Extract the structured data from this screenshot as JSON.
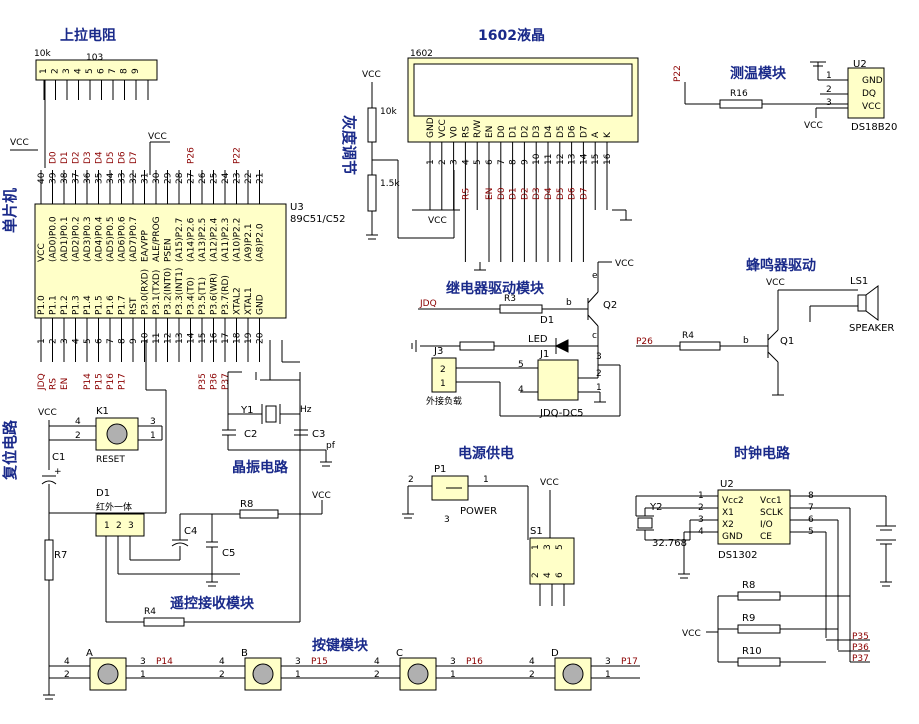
{
  "modules": {
    "pullup": "上拉电阻",
    "lcd": "1602液晶",
    "temp": "测温模块",
    "mcu": "单片机",
    "contrast": "灰度调节",
    "relay": "继电器驱动模块",
    "buzzer": "蜂鸣器驱动",
    "reset": "复位电路",
    "crystal": "晶振电路",
    "power": "电源供电",
    "clock": "时钟电路",
    "ir": "遥控接收模块",
    "keys": "按键模块"
  },
  "pullup": {
    "r1": "10k",
    "r2": "103",
    "pins": [
      "1",
      "2",
      "3",
      "4",
      "5",
      "6",
      "7",
      "8",
      "9"
    ]
  },
  "vcc": "VCC",
  "mcu": {
    "ref": "U3",
    "part": "89C51/C52",
    "top_nums": [
      "40",
      "39",
      "38",
      "37",
      "36",
      "35",
      "34",
      "33",
      "32",
      "31",
      "30",
      "29",
      "28",
      "27",
      "26",
      "25",
      "24",
      "23",
      "22",
      "21"
    ],
    "top_nets": [
      "",
      "D0",
      "D1",
      "D2",
      "D3",
      "D4",
      "D5",
      "D6",
      "D7",
      "",
      "",
      "",
      "",
      "P26",
      "",
      "",
      "",
      "P22",
      "",
      ""
    ],
    "top_pins": [
      "VCC",
      "(AD0)P0.0",
      "(AD1)P0.1",
      "(AD2)P0.2",
      "(AD3)P0.3",
      "(AD4)P0.4",
      "(AD5)P0.5",
      "(AD6)P0.6",
      "(AD7)P0.7",
      "EA/VPP",
      "ALE/PROG",
      "PSEN",
      "(A15)P2.7",
      "(A14)P2.6",
      "(A13)P2.5",
      "(A12)P2.4",
      "(A11)P2.3",
      "(A10)P2.2",
      "(A9)P2.1",
      "(A8)P2.0"
    ],
    "bot_nums": [
      "1",
      "2",
      "3",
      "4",
      "5",
      "6",
      "7",
      "8",
      "9",
      "10",
      "11",
      "12",
      "13",
      "14",
      "15",
      "16",
      "17",
      "18",
      "19",
      "20"
    ],
    "bot_pins": [
      "P1.0",
      "P1.1",
      "P1.2",
      "P1.3",
      "P1.4",
      "P1.5",
      "P1.6",
      "P1.7",
      "RST",
      "P3.0(RXD)",
      "P3.1(TXD)",
      "P3.2(INT0)",
      "P3.3(INT1)",
      "P3.4(T0)",
      "P3.5(T1)",
      "P3.6(WR)",
      "P3.7(RD)",
      "XTAL2",
      "XTAL1",
      "GND"
    ],
    "bot_nets": [
      "JDQ",
      "RS",
      "EN",
      "",
      "P14",
      "P15",
      "P16",
      "P17",
      "",
      "",
      "",
      "",
      "",
      "",
      "P35",
      "P36",
      "P37",
      "",
      "",
      ""
    ]
  },
  "lcd": {
    "ref": "1602",
    "pins": [
      "GND",
      "VCC",
      "V0",
      "RS",
      "R/W",
      "EN",
      "D0",
      "D1",
      "D2",
      "D3",
      "D4",
      "D5",
      "D6",
      "D7",
      "A",
      "K"
    ],
    "nums": [
      "1",
      "2",
      "3",
      "4",
      "5",
      "6",
      "7",
      "8",
      "9",
      "10",
      "11",
      "12",
      "13",
      "14",
      "15",
      "16"
    ],
    "nets": [
      "",
      "",
      "",
      "RS",
      "",
      "EN",
      "D0",
      "D1",
      "D2",
      "D3",
      "D4",
      "D5",
      "D6",
      "D7",
      "",
      ""
    ]
  },
  "contrast": {
    "r1": "10k",
    "r2": "1.5k"
  },
  "temp": {
    "ref": "U2",
    "part": "DS18B20",
    "pins": [
      "GND",
      "DQ",
      "VCC"
    ],
    "nums": [
      "1",
      "2",
      "3"
    ],
    "net": "P22",
    "res": "R16"
  },
  "relay": {
    "net": "JDQ",
    "res_in": "R3",
    "q": "Q2",
    "d": "D1",
    "led": "LED",
    "j3": "J3",
    "j3_label": "外接负载",
    "j1": "J1",
    "part": "JDQ-DC5",
    "pins": [
      "5",
      "4",
      "3",
      "2",
      "1"
    ],
    "b": "b",
    "c": "c",
    "e": "e"
  },
  "buzzer": {
    "net": "P26",
    "res": "R4",
    "q": "Q1",
    "ls": "LS1",
    "speaker": "SPEAKER"
  },
  "reset": {
    "k": "K1",
    "label": "RESET",
    "c": "C1",
    "r": "R7",
    "plus": "+"
  },
  "crystal": {
    "y": "Y1",
    "c2": "C2",
    "c3": "C3",
    "hz": "Hz",
    "pf": "pf"
  },
  "power": {
    "p": "P1",
    "label": "POWER",
    "s": "S1",
    "s_nums": [
      "1",
      "3",
      "5",
      "2",
      "4",
      "6"
    ]
  },
  "clock": {
    "u": "U2",
    "part": "DS1302",
    "y": "Y2",
    "freq": "32.768",
    "left": [
      "Vcc2",
      "X1",
      "X2",
      "GND"
    ],
    "right": [
      "Vcc1",
      "SCLK",
      "I/O",
      "CE"
    ],
    "lnums": [
      "1",
      "2",
      "3",
      "4"
    ],
    "rnums": [
      "8",
      "7",
      "6",
      "5"
    ],
    "res": [
      "R8",
      "R9",
      "R10"
    ],
    "nets": [
      "P35",
      "P36",
      "P37"
    ]
  },
  "ir": {
    "d": "D1",
    "label": "红外一体",
    "c4": "C4",
    "c5": "C5",
    "r8": "R8",
    "r4": "R4",
    "pins": [
      "1",
      "2",
      "3"
    ]
  },
  "keys": {
    "names": [
      "A",
      "B",
      "C",
      "D"
    ],
    "nets": [
      "P14",
      "P15",
      "P16",
      "P17"
    ]
  }
}
